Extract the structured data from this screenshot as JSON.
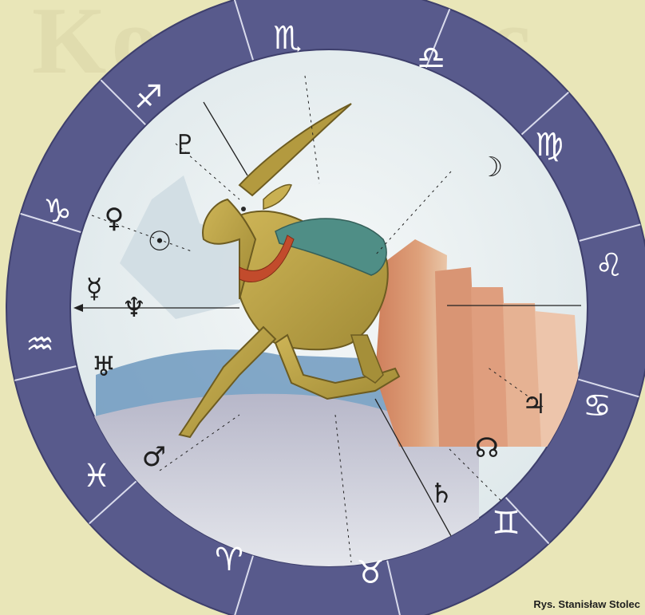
{
  "background_text": "Koziorożec",
  "credit": "Rys. Stanisław Stolec",
  "colors": {
    "background": "#e9e6b8",
    "ring": "#585a8c",
    "ring_border": "#3e3f6c",
    "inner": "#ebf1f3",
    "goat": "#c1a84a",
    "goat_shadow": "#8d7a2e",
    "collar": "#c24b2c",
    "cape": "#4f8e86",
    "rock": "#d58e68"
  },
  "zodiac": [
    {
      "name": "scorpio",
      "glyph": "♏"
    },
    {
      "name": "libra",
      "glyph": "♎"
    },
    {
      "name": "virgo",
      "glyph": "♍"
    },
    {
      "name": "leo",
      "glyph": "♌"
    },
    {
      "name": "cancer",
      "glyph": "♋"
    },
    {
      "name": "gemini",
      "glyph": "♊"
    },
    {
      "name": "taurus",
      "glyph": "♉"
    },
    {
      "name": "aries",
      "glyph": "♈"
    },
    {
      "name": "pisces",
      "glyph": "♓"
    },
    {
      "name": "aquarius",
      "glyph": "♒"
    },
    {
      "name": "capricorn",
      "glyph": "♑"
    },
    {
      "name": "sagittarius",
      "glyph": "♐"
    }
  ],
  "planets": [
    {
      "name": "pluto",
      "glyph": "♇"
    },
    {
      "name": "venus",
      "glyph": "♀"
    },
    {
      "name": "sun",
      "glyph": "☉"
    },
    {
      "name": "mercury",
      "glyph": "☿"
    },
    {
      "name": "neptune",
      "glyph": "♆"
    },
    {
      "name": "uranus",
      "glyph": "♅"
    },
    {
      "name": "mars",
      "glyph": "♂"
    },
    {
      "name": "moon",
      "glyph": "☽"
    },
    {
      "name": "jupiter",
      "glyph": "♃"
    },
    {
      "name": "north-node",
      "glyph": "☊"
    },
    {
      "name": "saturn",
      "glyph": "♄"
    }
  ]
}
